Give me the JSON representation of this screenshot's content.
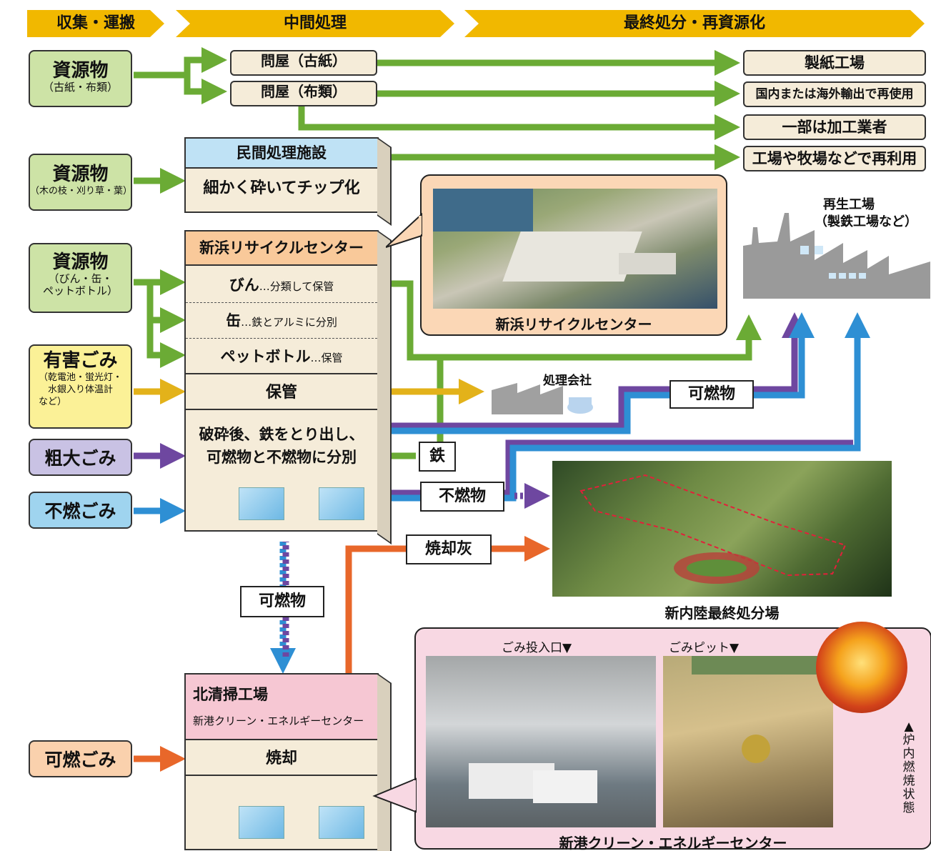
{
  "headers": [
    "収集・運搬",
    "中間処理",
    "最終処分・再資源化"
  ],
  "sources": [
    {
      "title": "資源物",
      "sub": "（古紙・布類）"
    },
    {
      "title": "資源物",
      "sub": "（木の枝・刈り草・葉）"
    },
    {
      "title": "資源物",
      "sub1": "（びん・缶・",
      "sub2": "ペットボトル）"
    },
    {
      "title": "有害ごみ",
      "sub1": "（乾電池・蛍光灯・",
      "sub2": "水銀入り体温計",
      "sub3": "など）"
    },
    {
      "title": "粗大ごみ"
    },
    {
      "title": "不燃ごみ"
    },
    {
      "title": "可燃ごみ"
    }
  ],
  "middle": {
    "wholesaler_paper": "問屋（古紙）",
    "wholesaler_cloth": "問屋（布類）",
    "private_facility": {
      "title": "民間処理施設",
      "body": "細かく砕いてチップ化"
    },
    "recycle_center": {
      "title": "新浜リサイクルセンター",
      "bottle": "びん",
      "bottle_note": "…分類して保管",
      "can": "缶",
      "can_note": "…鉄とアルミに分別",
      "pet": "ペットボトル",
      "pet_note": "…保管",
      "storage": "保管",
      "crush1": "破砕後、鉄をとり出し、",
      "crush2": "可燃物と不燃物に分別"
    },
    "incinerator": {
      "title": "北清掃工場",
      "subtitle": "新港クリーン・エネルギーセンター",
      "process": "焼却"
    }
  },
  "outputs": [
    "製紙工場",
    "国内または海外輸出で再使用",
    "一部は加工業者",
    "工場や牧場などで再利用"
  ],
  "labels": {
    "combustible_top": "可燃物",
    "iron": "鉄",
    "noncombustible": "不燃物",
    "ash": "焼却灰",
    "combustible_down": "可燃物",
    "processor": "処理会社",
    "regen_factory1": "再生工場",
    "regen_factory2": "（製鉄工場など）"
  },
  "photos": {
    "recycle_center_caption": "新浜リサイクルセンター",
    "landfill_caption": "新内陸最終処分場",
    "energy_center_caption": "新港クリーン・エネルギーセンター",
    "intake": "ごみ投入口▼",
    "pit": "ごみピット▼",
    "furnace": "▲炉内燃焼状態"
  },
  "colors": {
    "green": "#6bab35",
    "yellow": "#e3b21a",
    "purple": "#6e47a0",
    "blue": "#2e8fd4",
    "orange": "#e8672a",
    "header": "#f1b800"
  }
}
